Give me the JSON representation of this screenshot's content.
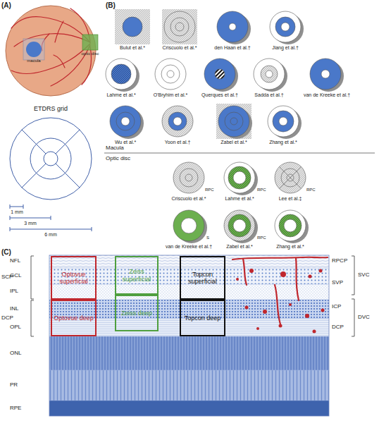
{
  "diagram": {
    "nodes": [
      {
        "text": [
          "Optovue superficial"
        ]
      },
      {
        "text": [
          "Zeiss superficial"
        ]
      },
      {
        "text": [
          "Topcon superficial"
        ]
      },
      {
        "text": [
          "Optovue deep"
        ]
      },
      {
        "text": [
          "Zeiss deep"
        ]
      },
      {
        "text": [
          "Topcon deep"
        ]
      }
    ],
    "labels": [
      "(A)",
      "macula",
      "optic disc",
      "ETDRS grid",
      "1 mm",
      "3 mm",
      "6 mm",
      "(B)",
      "Bulut et al.*",
      "Criscuolo et al.*",
      "den Haan et al.†",
      "Jiang et al.†",
      "Lahme et al.*",
      "O'Bryhim et al.*",
      "Querques et al.†",
      "Sadda et al.†",
      "van de Kreeke et al.†",
      "Wu et al.*",
      "Yoon et al.†",
      "Zabel et al.*",
      "Zhang et al.*",
      "Macula",
      "Optic disc",
      "Criscuolo et al.*",
      "RPC",
      "Lahme et al.*",
      "RPC",
      "Lee et al.‡",
      "RPC",
      "van de Kreeke et al.†",
      "S",
      "Zabel et al.*",
      "RPC",
      "Zhang et al.*",
      "(C)",
      "NFL",
      "GCL",
      "IPL",
      "INL",
      "OPL",
      "ONL",
      "PR",
      "RPE",
      "SCP",
      "DCP",
      "RPCP",
      "SVP",
      "ICP",
      "DCP",
      "SVC",
      "DVC"
    ]
  }
}
